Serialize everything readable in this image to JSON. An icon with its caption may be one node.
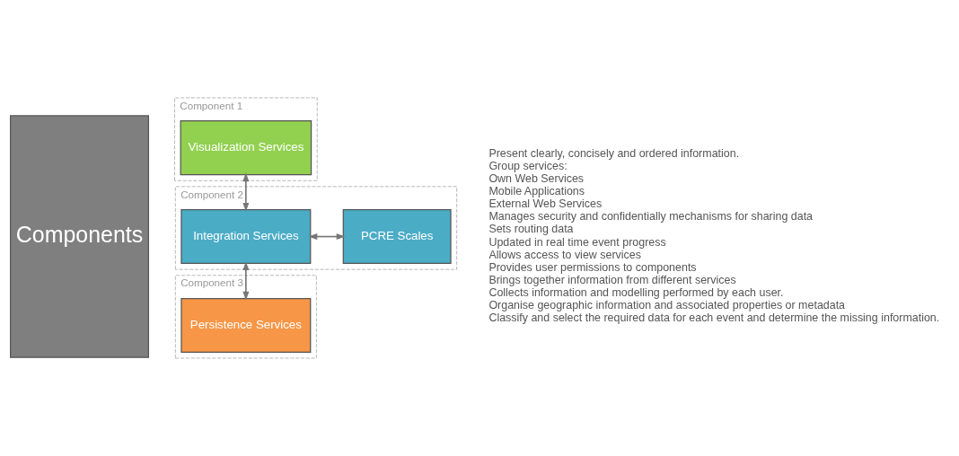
{
  "diagram": {
    "nodes": [
      {
        "text": [
          "Components"
        ]
      },
      {
        "text": [
          "Component 1"
        ]
      },
      {
        "text": [
          "Visualization Services"
        ],
        "in": 1
      },
      {
        "text": [
          "Component 2"
        ]
      },
      {
        "text": [
          "Integration Services"
        ],
        "in": 3
      },
      {
        "text": [
          "PCRE Scales"
        ],
        "in": 3
      },
      {
        "text": [
          "Component 3"
        ]
      },
      {
        "text": [
          "Persistence Services"
        ],
        "in": 6
      }
    ],
    "edges": [
      {
        "from": 2,
        "to": 4,
        "arrow": "both"
      },
      {
        "from": 4,
        "to": 5,
        "arrow": "both"
      },
      {
        "from": 4,
        "to": 7,
        "arrow": "both"
      }
    ],
    "labels": [
      "Present clearly, concisely and ordered information.",
      "Group services:",
      "Own Web Services",
      "Mobile Applications",
      "External Web Services",
      "Manages security and confidentially mechanisms for sharing data",
      "Sets routing data",
      "Updated in real time event progress",
      "Allows access to view services",
      "Provides user permissions to components",
      "Brings together information from different services",
      "Collects information and modelling performed by each user.",
      "Organise geographic information and associated properties or metadata",
      "Classify and select the required data for each event and determine the missing information."
    ]
  }
}
